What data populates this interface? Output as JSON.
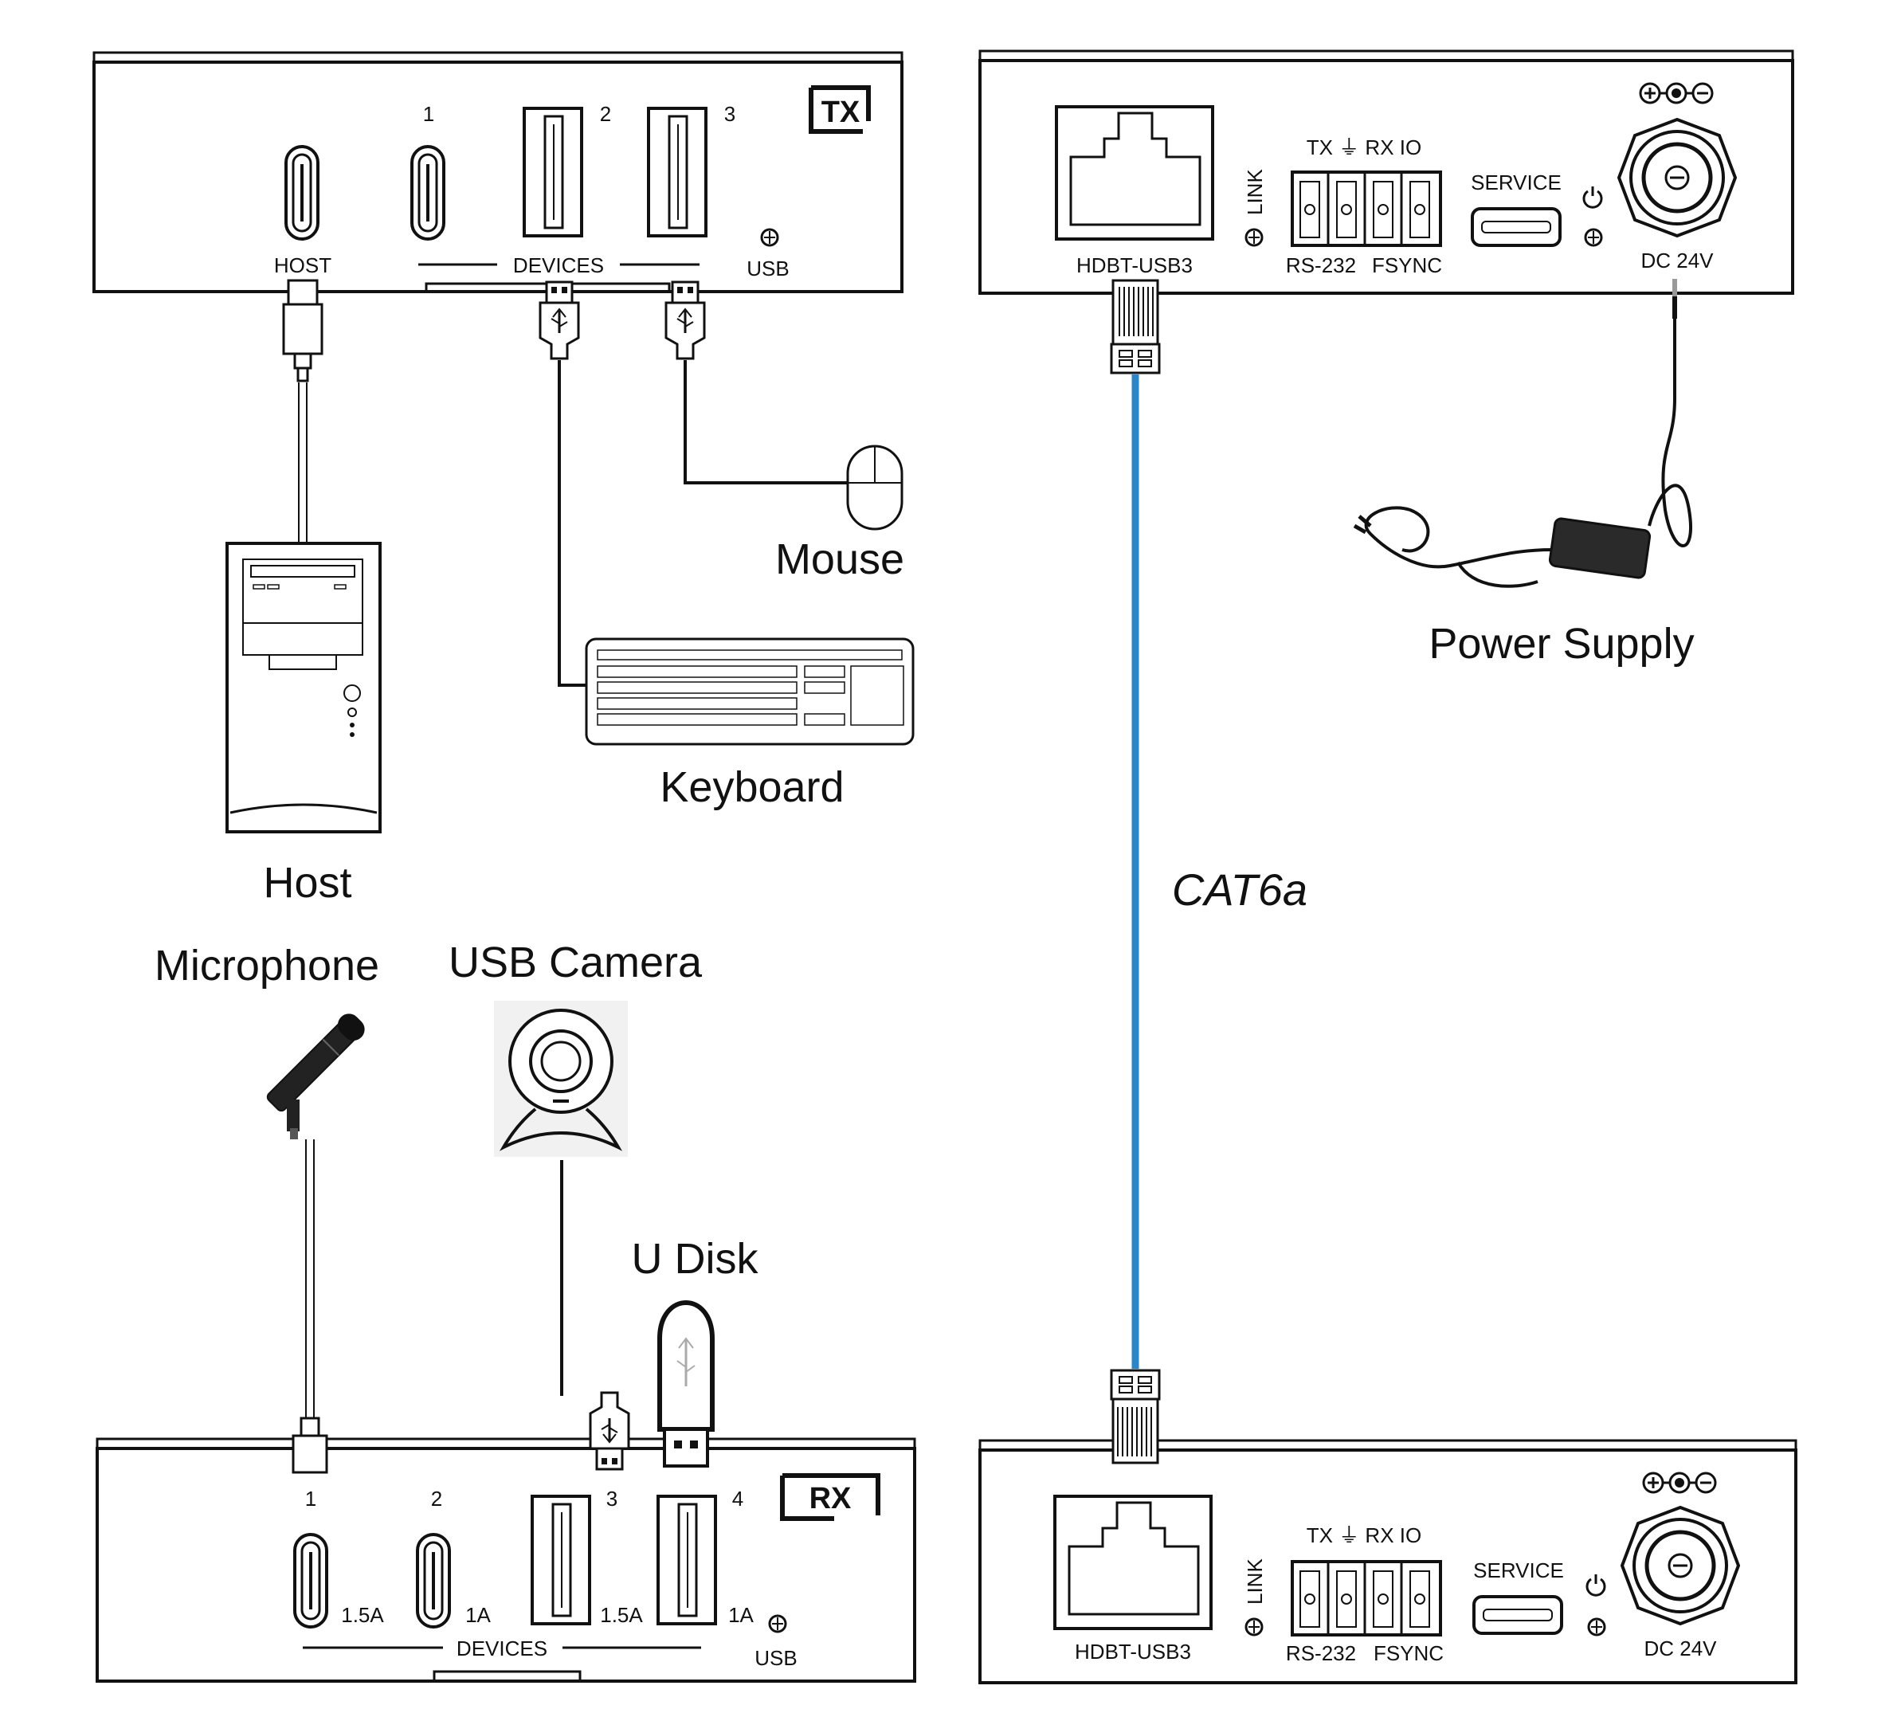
{
  "tx_unit": {
    "badge": "TX",
    "port_numbers": [
      "1",
      "2",
      "3"
    ],
    "host_label": "HOST",
    "devices_label": "DEVICES",
    "usb_label": "USB"
  },
  "rx_unit": {
    "badge": "RX",
    "port_numbers": [
      "1",
      "2",
      "3",
      "4"
    ],
    "port_currents": [
      "1.5A",
      "1A",
      "1.5A",
      "1A"
    ],
    "devices_label": "DEVICES",
    "usb_label": "USB"
  },
  "tx_back": {
    "hdbt_label": "HDBT-USB3",
    "link_label": "LINK",
    "terminal_top": "TX ⏚ RX IO",
    "rs232_label": "RS-232",
    "fsync_label": "FSYNC",
    "service_label": "SERVICE",
    "dc_label": "DC 24V"
  },
  "rx_back": {
    "hdbt_label": "HDBT-USB3",
    "link_label": "LINK",
    "terminal_top": "TX ⏚ RX IO",
    "rs232_label": "RS-232",
    "fsync_label": "FSYNC",
    "service_label": "SERVICE",
    "dc_label": "DC 24V"
  },
  "devices": {
    "host": "Host",
    "mouse": "Mouse",
    "keyboard": "Keyboard",
    "power_supply": "Power Supply",
    "microphone": "Microphone",
    "usb_camera": "USB Camera",
    "u_disk": "U Disk"
  },
  "cable_label": "CAT6a",
  "colors": {
    "cable": "#2a86c8",
    "line": "#111111"
  }
}
